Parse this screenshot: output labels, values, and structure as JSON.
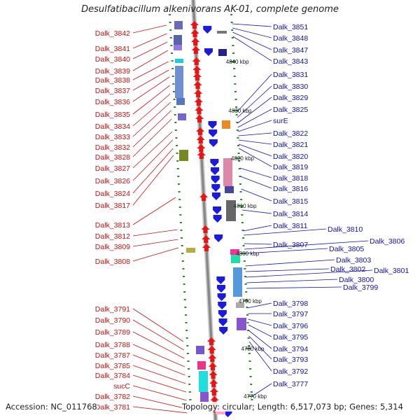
{
  "title": "Desulfatibacillum alkenivorans AK-01, complete genome",
  "footer": {
    "accession": "Accession: NC_011768",
    "topology": "Topology: circular; Length: 6,517,073 bp; Genes: 5,314"
  },
  "colors": {
    "left_label": "#cc1111",
    "right_label": "#1111bb",
    "left_arrow": "#ee1111",
    "right_arrow": "#1a1ae0",
    "backbone": "#888888",
    "tick": "#2a8a2a"
  },
  "ticks": [
    "4840 kbp",
    "4830 kbp",
    "4820 kbp",
    "4810 kbp",
    "4800 kbp",
    "4790 kbp",
    "4780 kbp",
    "4770 kbp"
  ],
  "left_labels": [
    "Dalk_3842",
    "Dalk_3841",
    "Dalk_3840",
    "Dalk_3839",
    "Dalk_3838",
    "Dalk_3837",
    "Dalk_3836",
    "Dalk_3835",
    "Dalk_3834",
    "Dalk_3833",
    "Dalk_3832",
    "Dalk_3828",
    "Dalk_3827",
    "Dalk_3826",
    "Dalk_3824",
    "Dalk_3817",
    "Dalk_3813",
    "Dalk_3812",
    "Dalk_3809",
    "Dalk_3808",
    "Dalk_3791",
    "Dalk_3790",
    "Dalk_3789",
    "Dalk_3788",
    "Dalk_3787",
    "Dalk_3785",
    "Dalk_3784",
    "sucC",
    "Dalk_3782",
    "Dalk_3781"
  ],
  "right_labels": [
    "Dalk_3851",
    "Dalk_3848",
    "Dalk_3847",
    "Dalk_3843",
    "Dalk_3831",
    "Dalk_3830",
    "Dalk_3829",
    "Dalk_3825",
    "surE",
    "Dalk_3822",
    "Dalk_3821",
    "Dalk_3820",
    "Dalk_3819",
    "Dalk_3818",
    "Dalk_3816",
    "Dalk_3815",
    "Dalk_3814",
    "Dalk_3811",
    "Dalk_3810",
    "Dalk_3807",
    "Dalk_3806",
    "Dalk_3805",
    "Dalk_3803",
    "Dalk_3802",
    "Dalk_3801",
    "Dalk_3800",
    "Dalk_3799",
    "Dalk_3798",
    "Dalk_3797",
    "Dalk_3796",
    "Dalk_3795",
    "Dalk_3794",
    "Dalk_3793",
    "Dalk_3792",
    "Dalk_3777"
  ]
}
